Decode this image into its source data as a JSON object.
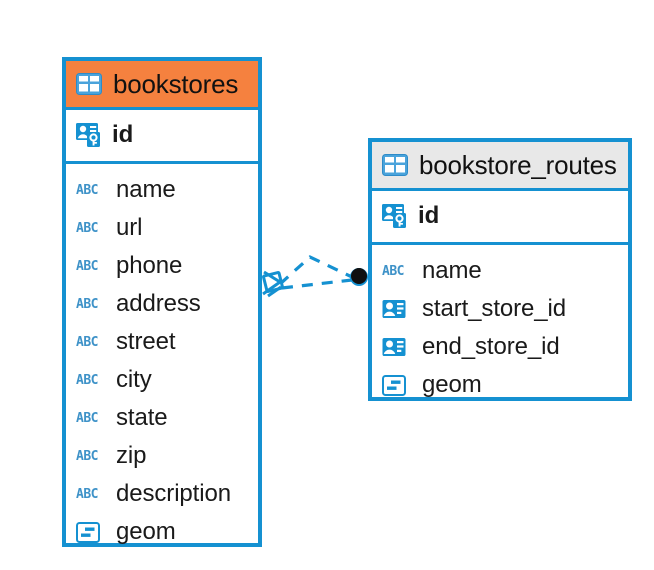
{
  "diagram": {
    "kind": "entity-relationship-diagram",
    "colors": {
      "border": "#1591D1",
      "header_accent": "#F5813F",
      "header_neutral": "#E8E8E8",
      "icon_blue": "#1591D1",
      "abc_blue": "#3E92C8",
      "text": "#111111",
      "connector": "#1591D1",
      "endpoint_dot": "#101010"
    },
    "entities": [
      {
        "name": "bookstores",
        "header_style": "accent-orange",
        "table_icon": "table-icon",
        "primary_key": {
          "label": "id",
          "icon": "primary-key-icon"
        },
        "fields": [
          {
            "label": "name",
            "icon": "abc-text-icon",
            "type": "text"
          },
          {
            "label": "url",
            "icon": "abc-text-icon",
            "type": "text"
          },
          {
            "label": "phone",
            "icon": "abc-text-icon",
            "type": "text"
          },
          {
            "label": "address",
            "icon": "abc-text-icon",
            "type": "text"
          },
          {
            "label": "street",
            "icon": "abc-text-icon",
            "type": "text"
          },
          {
            "label": "city",
            "icon": "abc-text-icon",
            "type": "text"
          },
          {
            "label": "state",
            "icon": "abc-text-icon",
            "type": "text"
          },
          {
            "label": "zip",
            "icon": "abc-text-icon",
            "type": "text"
          },
          {
            "label": "description",
            "icon": "abc-text-icon",
            "type": "text"
          },
          {
            "label": "geom",
            "icon": "geometry-icon",
            "type": "geometry"
          }
        ]
      },
      {
        "name": "bookstore_routes",
        "header_style": "accent-gray",
        "table_icon": "table-icon",
        "primary_key": {
          "label": "id",
          "icon": "primary-key-icon"
        },
        "fields": [
          {
            "label": "name",
            "icon": "abc-text-icon",
            "type": "text"
          },
          {
            "label": "start_store_id",
            "icon": "foreign-key-icon",
            "type": "reference"
          },
          {
            "label": "end_store_id",
            "icon": "foreign-key-icon",
            "type": "reference"
          },
          {
            "label": "geom",
            "icon": "geometry-icon",
            "type": "geometry"
          }
        ]
      }
    ],
    "relationship": {
      "from_entity": "bookstores",
      "to_entity": "bookstore_routes",
      "from_marker": "crows-foot-marker",
      "to_marker": "filled-circle-marker",
      "line_style": "dashed",
      "cardinality": "one-to-many"
    }
  }
}
